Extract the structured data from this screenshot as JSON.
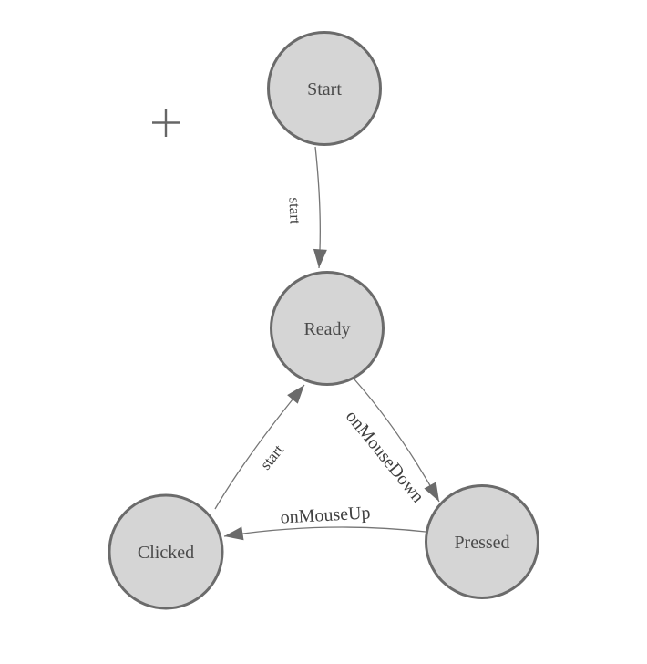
{
  "diagram": {
    "kind": "finite-state-machine",
    "nodes": [
      {
        "id": "start",
        "label": "Start"
      },
      {
        "id": "ready",
        "label": "Ready"
      },
      {
        "id": "clicked",
        "label": "Clicked"
      },
      {
        "id": "pressed",
        "label": "Pressed"
      }
    ],
    "edges": [
      {
        "from": "Start",
        "to": "Ready",
        "label": "start"
      },
      {
        "from": "Clicked",
        "to": "Ready",
        "label": "start"
      },
      {
        "from": "Ready",
        "to": "Pressed",
        "label": "onMouseDown"
      },
      {
        "from": "Pressed",
        "to": "Clicked",
        "label": "onMouseUp"
      }
    ],
    "colors": {
      "background": "#ffffff",
      "node_fill": "#d5d5d5",
      "node_border": "#6b6b6b",
      "edge_line": "#757575",
      "arrowhead": "#6b6b6b",
      "node_text": "#4a4a4a",
      "edge_text": "#404040",
      "crosshair": "#666666"
    }
  }
}
